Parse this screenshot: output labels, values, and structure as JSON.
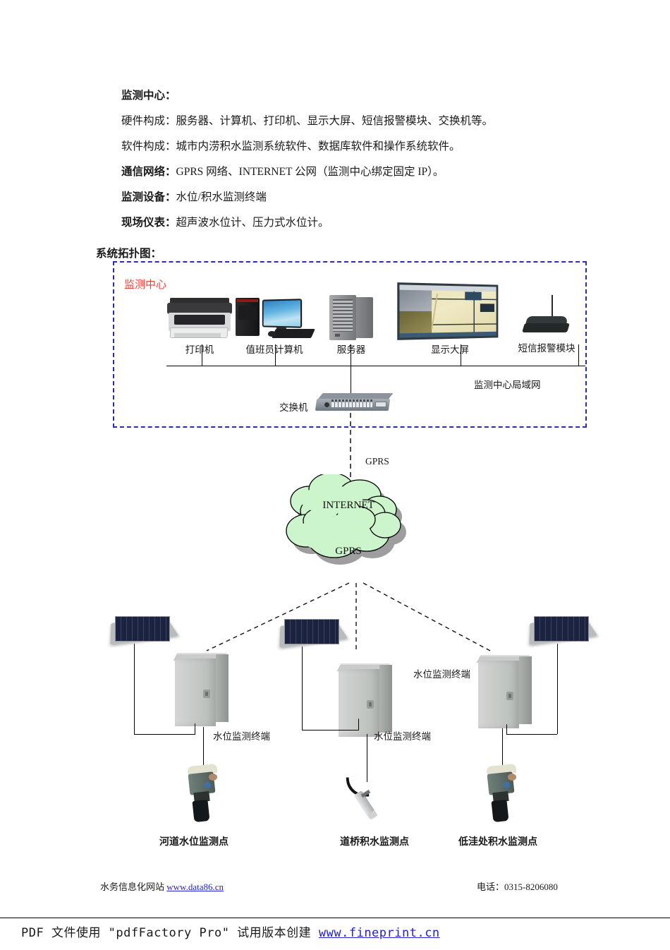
{
  "document": {
    "heading": "监测中心：",
    "paragraphs": [
      {
        "label": "硬件构成：",
        "bold_label": false,
        "text": "服务器、计算机、打印机、显示大屏、短信报警模块、交换机等。"
      },
      {
        "label": "软件构成：",
        "bold_label": false,
        "text": "城市内涝积水监测系统软件、数据库软件和操作系统软件。"
      },
      {
        "label": "通信网络：",
        "bold_label": true,
        "text": "GPRS 网络、INTERNET 公网（监测中心绑定固定 IP）。"
      },
      {
        "label": "监测设备：",
        "bold_label": true,
        "text": "水位/积水监测终端"
      },
      {
        "label": "现场仪表：",
        "bold_label": true,
        "text": "超声波水位计、压力式水位计。"
      }
    ],
    "section_title": "系统拓扑图："
  },
  "diagram": {
    "center_box": {
      "label": "监测中心",
      "label_color": "#e8413a",
      "border_color": "#2b2bb0",
      "lan_label": "监测中心局域网",
      "devices": [
        {
          "name": "printer",
          "caption": "打印机"
        },
        {
          "name": "workstation",
          "caption": "值班员计算机"
        },
        {
          "name": "server",
          "caption": "服务器"
        },
        {
          "name": "video-wall",
          "caption": "显示大屏"
        },
        {
          "name": "sms-modem",
          "caption": "短信报警模块"
        }
      ],
      "switch_label": "交换机"
    },
    "uplink_label": "GPRS",
    "cloud": {
      "top_label": "INTERNET",
      "bottom_label": "GPRS",
      "fill": "#ccf5cc",
      "stroke": "#000000"
    },
    "terminals": [
      {
        "caption": "水位监测终端"
      },
      {
        "caption": "水位监测终端"
      },
      {
        "caption": "水位监测终端"
      }
    ],
    "sites": [
      {
        "caption": "河道水位监测点",
        "sensor": "ultrasonic-level-sensor"
      },
      {
        "caption": "道桥积水监测点",
        "sensor": "pressure-level-sensor"
      },
      {
        "caption": "低洼处积水监测点",
        "sensor": "ultrasonic-level-sensor"
      }
    ]
  },
  "footer": {
    "site_text": "水务信息化网站 ",
    "site_link": "www.data86.cn",
    "phone": "电话：0315-8206080",
    "watermark_before": "PDF 文件使用 \"pdfFactory Pro\" 试用版本创建 ",
    "watermark_link": "www.fineprint.cn"
  }
}
